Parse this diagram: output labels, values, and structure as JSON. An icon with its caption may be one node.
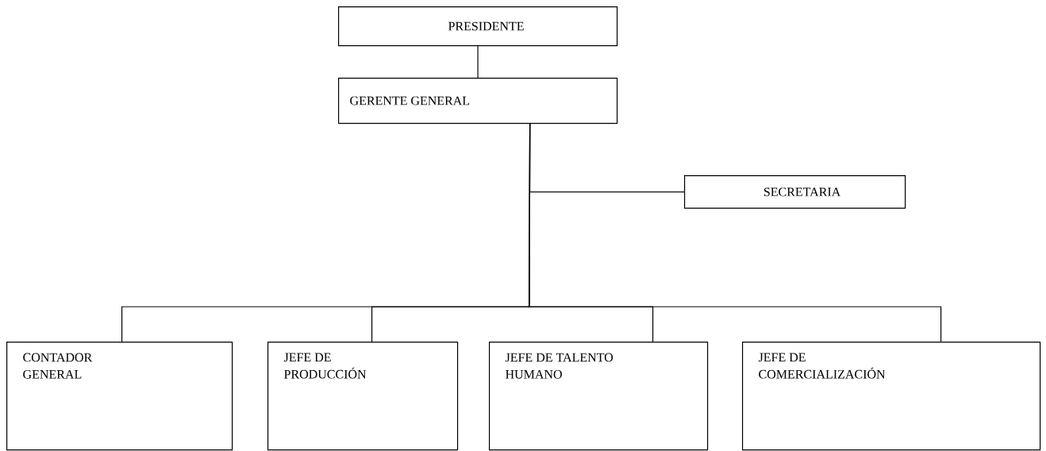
{
  "diagram": {
    "nodes": [
      {
        "text": [
          "PRESIDENTE"
        ]
      },
      {
        "text": [
          "GERENTE GENERAL"
        ]
      },
      {
        "text": [
          "SECRETARIA"
        ]
      },
      {
        "text": [
          "CONTADOR GENERAL"
        ]
      },
      {
        "text": [
          "JEFE DE PRODUCCIÓN"
        ]
      },
      {
        "text": [
          "JEFE DE TALENTO HUMANO"
        ]
      },
      {
        "text": [
          "JEFE DE COMERCIALIZACIÓN"
        ]
      }
    ],
    "edges": [
      {
        "from": 0,
        "to": 1,
        "arrow": "none"
      },
      {
        "from": 1,
        "to": 2,
        "arrow": "none"
      },
      {
        "from": 1,
        "to": 3,
        "arrow": "none"
      },
      {
        "from": 1,
        "to": 4,
        "arrow": "none"
      },
      {
        "from": 1,
        "to": 5,
        "arrow": "none"
      },
      {
        "from": 1,
        "to": 6,
        "arrow": "none"
      }
    ]
  }
}
